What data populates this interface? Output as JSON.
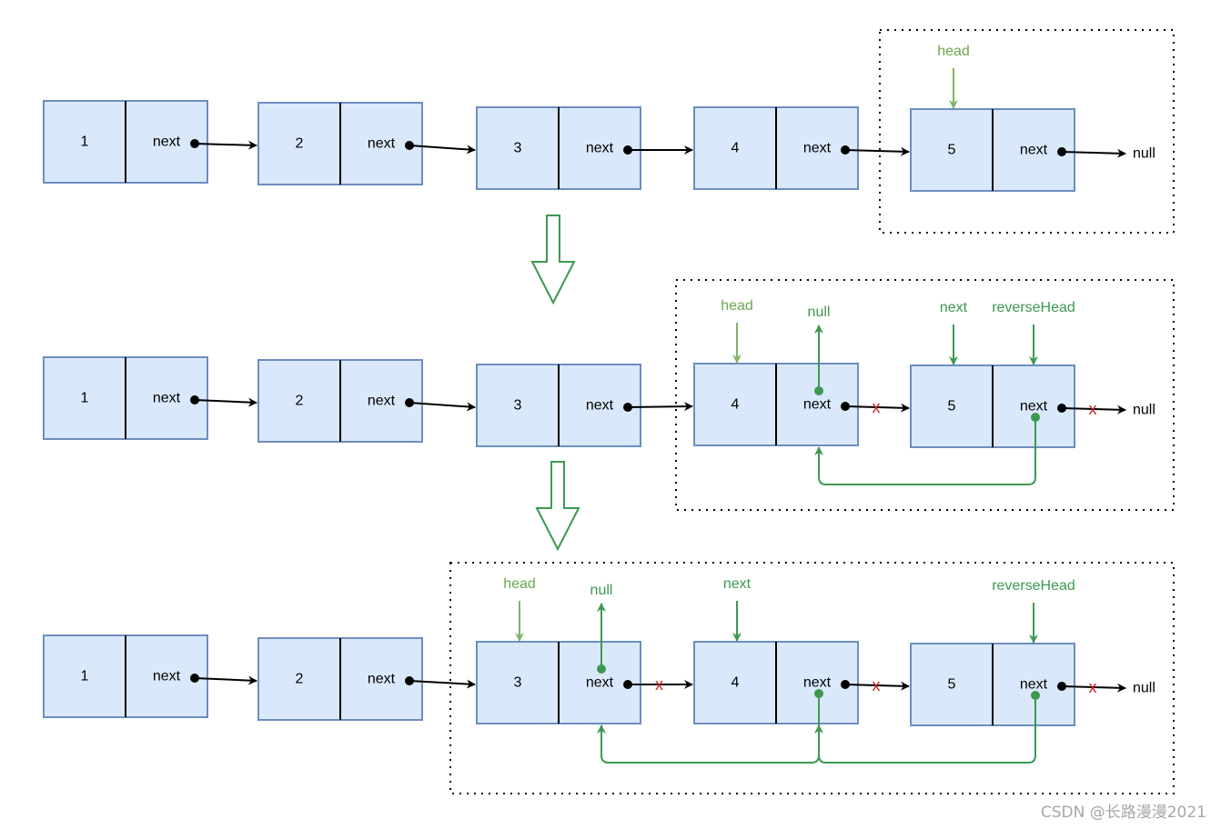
{
  "title": "Reverse singly linked list recursively",
  "rows": [
    {
      "nodes": [
        {
          "value": "1",
          "pointer": "next"
        },
        {
          "value": "2",
          "pointer": "next"
        },
        {
          "value": "3",
          "pointer": "next"
        },
        {
          "value": "4",
          "pointer": "next"
        },
        {
          "value": "5",
          "pointer": "next"
        }
      ],
      "tail_label": "null",
      "frame_from_node": 4,
      "labels": [
        {
          "text": "head",
          "node": 4,
          "side": "left",
          "style": "light"
        }
      ],
      "broken_links": [],
      "null_pointer_nodes": [],
      "back_links": []
    },
    {
      "nodes": [
        {
          "value": "1",
          "pointer": "next"
        },
        {
          "value": "2",
          "pointer": "next"
        },
        {
          "value": "3",
          "pointer": "next"
        },
        {
          "value": "4",
          "pointer": "next"
        },
        {
          "value": "5",
          "pointer": "next"
        }
      ],
      "tail_label": "null",
      "frame_from_node": 3,
      "labels": [
        {
          "text": "head",
          "node": 3,
          "side": "left",
          "style": "light"
        },
        {
          "text": "null",
          "node": 3,
          "side": "up",
          "style": "green"
        },
        {
          "text": "next",
          "node": 4,
          "side": "left",
          "style": "green"
        },
        {
          "text": "reverseHead",
          "node": 4,
          "side": "right",
          "style": "green"
        }
      ],
      "broken_links": [
        3,
        4
      ],
      "null_pointer_nodes": [
        3
      ],
      "back_links": [
        {
          "from": 4,
          "to": 3
        }
      ]
    },
    {
      "nodes": [
        {
          "value": "1",
          "pointer": "next"
        },
        {
          "value": "2",
          "pointer": "next"
        },
        {
          "value": "3",
          "pointer": "next"
        },
        {
          "value": "4",
          "pointer": "next"
        },
        {
          "value": "5",
          "pointer": "next"
        }
      ],
      "tail_label": "null",
      "frame_from_node": 2,
      "labels": [
        {
          "text": "head",
          "node": 2,
          "side": "left",
          "style": "light"
        },
        {
          "text": "null",
          "node": 2,
          "side": "up",
          "style": "green"
        },
        {
          "text": "next",
          "node": 3,
          "side": "left",
          "style": "green"
        },
        {
          "text": "reverseHead",
          "node": 4,
          "side": "right",
          "style": "green"
        }
      ],
      "broken_links": [
        2,
        3,
        4
      ],
      "null_pointer_nodes": [
        2
      ],
      "back_links": [
        {
          "from": 3,
          "to": 2
        },
        {
          "from": 4,
          "to": 3
        }
      ]
    }
  ],
  "broken_mark": "x",
  "watermark": "CSDN @长路漫漫2021",
  "colors": {
    "node_fill": "#dae8fc",
    "node_stroke": "#6c8ebf",
    "pointer_green": "#3d9950",
    "head_light_green": "#82b366",
    "broken_red": "#cc2222"
  }
}
